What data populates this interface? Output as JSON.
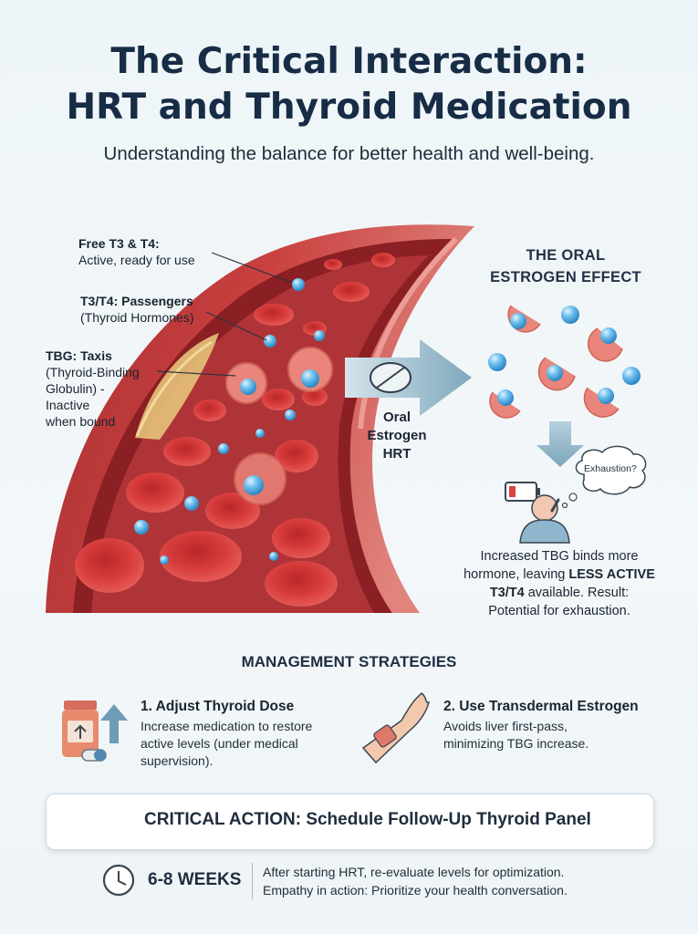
{
  "header": {
    "title_line1": "The Critical Interaction:",
    "title_line2": "HRT and Thyroid Medication",
    "subtitle": "Understanding the balance for better health and well-being."
  },
  "vessel_labels": {
    "free": {
      "title": "Free T3 & T4:",
      "desc": "Active, ready for use"
    },
    "passengers": {
      "title": "T3/T4: Passengers",
      "desc": "(Thyroid Hormones)"
    },
    "tbg": {
      "title": "TBG: Taxis",
      "lines": [
        "(Thyroid-Binding",
        "Globulin) -",
        "Inactive",
        "when bound"
      ]
    }
  },
  "pill_label": [
    "Oral",
    "Estrogen",
    "HRT"
  ],
  "effect": {
    "title_line1": "THE ORAL",
    "title_line2": "ESTROGEN EFFECT",
    "thought": "Exhaustion?",
    "result_line1": "Increased TBG binds more",
    "result_line2_pre": "hormone, leaving ",
    "result_line2_bold": "LESS ACTIVE",
    "result_line3_bold": "T3/T4",
    "result_line3_post": " available. Result:",
    "result_line4": "Potential for exhaustion."
  },
  "management": {
    "heading": "MANAGEMENT STRATEGIES",
    "strategies": [
      {
        "title": "1. Adjust Thyroid Dose",
        "lines": [
          "Increase medication to restore",
          "active levels (under medical",
          "supervision)."
        ]
      },
      {
        "title": "2. Use Transdermal Estrogen",
        "lines": [
          "Avoids liver first-pass,",
          "minimizing TBG increase."
        ]
      }
    ]
  },
  "action": {
    "text": "CRITICAL ACTION: Schedule Follow-Up Thyroid Panel"
  },
  "timing": {
    "weeks": "6-8 WEEKS",
    "line1": "After starting HRT, re-evaluate levels for optimization.",
    "line2": "Empathy in action: Prioritize your health conversation."
  },
  "colors": {
    "title": "#172c45",
    "vessel": "#c8403f",
    "rbc": "#d63a3a",
    "hormone": "#4aa8df",
    "tbg": "#e9857a",
    "arrow": "#8fb3c6"
  },
  "icons": [
    "pill-icon",
    "arrow-right-icon",
    "arrow-down-icon",
    "battery-low-icon",
    "thought-bubble-icon",
    "tired-person-icon",
    "medicine-bottle-icon",
    "arrow-up-icon",
    "capsule-icon",
    "wrist-patch-icon",
    "calendar-check-icon",
    "clock-icon"
  ]
}
